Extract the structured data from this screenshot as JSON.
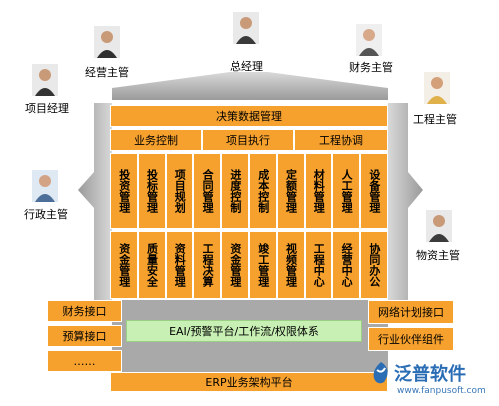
{
  "roles": {
    "top": "总经理",
    "operations": "经营主管",
    "finance": "财务主管",
    "project": "项目经理",
    "engineering": "工程主管",
    "admin": "行政主管",
    "materials": "物资主管"
  },
  "header": {
    "decision": "决策数据管理",
    "row": [
      "业务控制",
      "项目执行",
      "工程协调"
    ]
  },
  "modules_row1": [
    "投资管理",
    "投标管理",
    "项目规划",
    "合同管理",
    "进度控制",
    "成本控制",
    "定额管理",
    "材料管理",
    "人工管理",
    "设备管理"
  ],
  "modules_row2": [
    "资金管理",
    "质量安全",
    "资料管理",
    "工程决算",
    "资金管理",
    "竣工管理",
    "视频管理",
    "工程中心",
    "经营中心",
    "协同办公"
  ],
  "left_interfaces": [
    "财务接口",
    "预算接口",
    "……"
  ],
  "right_interfaces": [
    "网络计划接口",
    "行业伙伴组件"
  ],
  "platform": "EAI/预警平台/工作流/权限体系",
  "bottom": "ERP业务架构平台",
  "logo": {
    "name": "泛普软件",
    "url": "www.fanpusoft.com"
  },
  "colors": {
    "orange": "#f6a12e",
    "green": "#c8f0b4",
    "arrow": "#b0b0b0"
  }
}
